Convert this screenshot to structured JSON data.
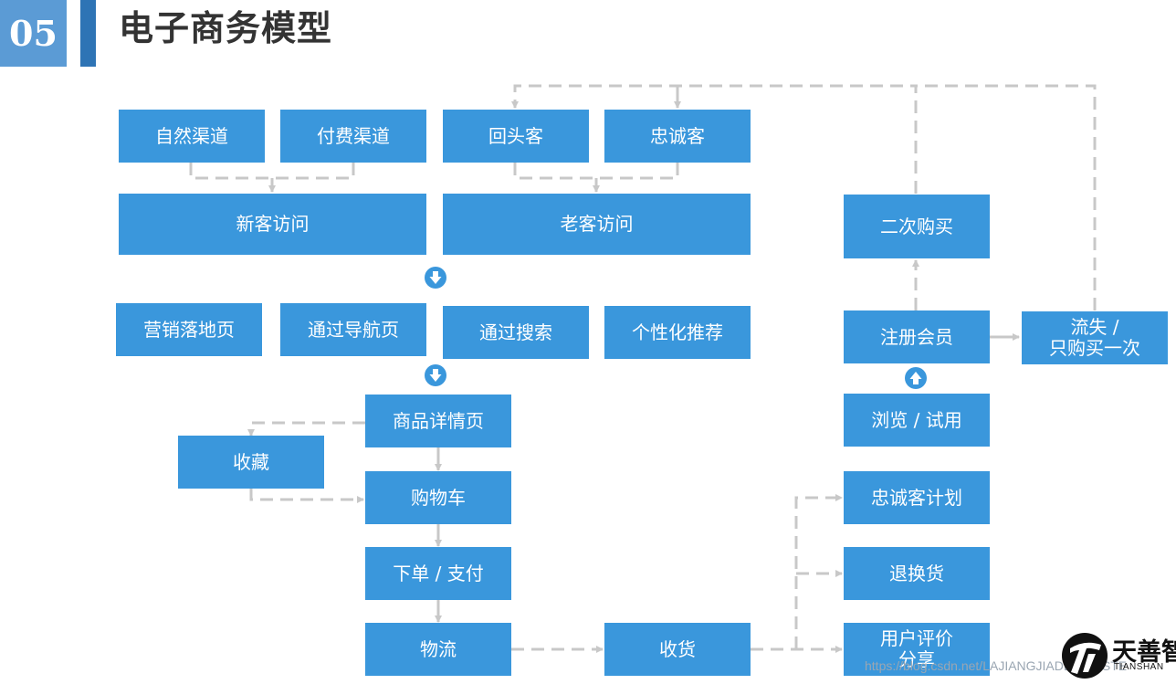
{
  "header": {
    "section_number": "05",
    "title": "电子商务模型"
  },
  "colors": {
    "node_fill": "#3a97dc",
    "connector": "#c8c8c8",
    "badge": "#5b9bd5",
    "accent_bar": "#2e74b5"
  },
  "nodes": {
    "natural_channel": "自然渠道",
    "paid_channel": "付费渠道",
    "returning_customer": "回头客",
    "loyal_customer": "忠诚客",
    "new_visit": "新客访问",
    "old_visit": "老客访问",
    "marketing_landing": "营销落地页",
    "nav_page": "通过导航页",
    "search": "通过搜索",
    "recommendation": "个性化推荐",
    "product_detail": "商品详情页",
    "favorites": "收藏",
    "cart": "购物车",
    "order_pay": "下单 / 支付",
    "logistics": "物流",
    "receive": "收货",
    "second_purchase": "二次购买",
    "register": "注册会员",
    "churn": "流失 /\n只购买一次",
    "browse_trial": "浏览 / 试用",
    "loyalty_plan": "忠诚客计划",
    "return_exchange": "退换货",
    "review_share": "用户评价\n分享"
  },
  "icons": {
    "down_circle": "arrow-down-circle-icon",
    "up_circle": "arrow-up-circle-icon"
  },
  "watermark": "https://blog.csdn.net/LAJIANGJIADEXIANSTE",
  "logo": {
    "name": "天善智",
    "sub": "TIANSHAN"
  }
}
